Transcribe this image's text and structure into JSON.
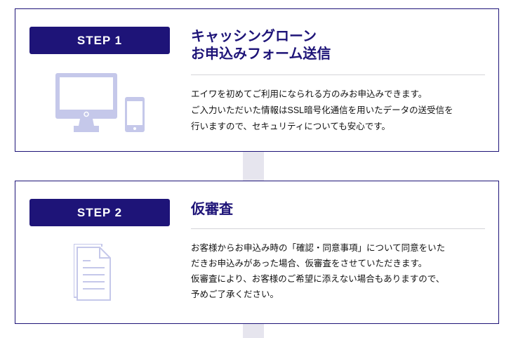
{
  "steps": [
    {
      "badge": "STEP 1",
      "title": "キャッシングローン\nお申込みフォーム送信",
      "icon": "computer-and-smartphone-icon",
      "lines": [
        "エイワを初めてご利用になられる方のみお申込みできます。",
        "ご入力いただいた情報はSSL暗号化通信を用いたデータの送受信を",
        "行いますので、セキュリティについても安心です。"
      ]
    },
    {
      "badge": "STEP 2",
      "title": "仮審査",
      "icon": "document-icon",
      "lines": [
        "お客様からお申込み時の「確認・同意事項」について同意をいた",
        "だきお申込みがあった場合、仮審査をさせていただきます。",
        "仮審査により、お客様のご希望に添えない場合もありますので、",
        "予めご了承ください。"
      ]
    }
  ],
  "colors": {
    "accent": "#1e1478",
    "icon": "#c5c8ea",
    "connector": "#e6e5ee"
  }
}
